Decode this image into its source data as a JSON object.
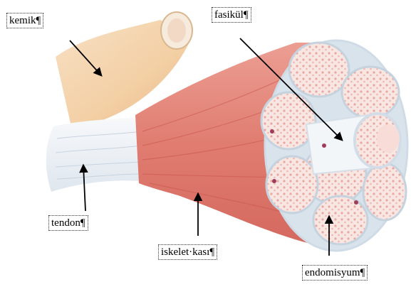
{
  "labels": {
    "kemik": "kemik¶",
    "fasikul": "fasikül¶",
    "tendon": "tendon¶",
    "iskelet_kasi": "iskelet·kası¶",
    "endomisyum": "endomisyum¶"
  },
  "colors": {
    "bone": "#f3cfa4",
    "tendon": "#eef2f6",
    "muscle": "#e58e84",
    "muscle_dark": "#c9564d",
    "fascicle_fill": "#f8e6e3",
    "fibre_dot": "#e9a79f",
    "sheath": "#cfdbe6"
  }
}
